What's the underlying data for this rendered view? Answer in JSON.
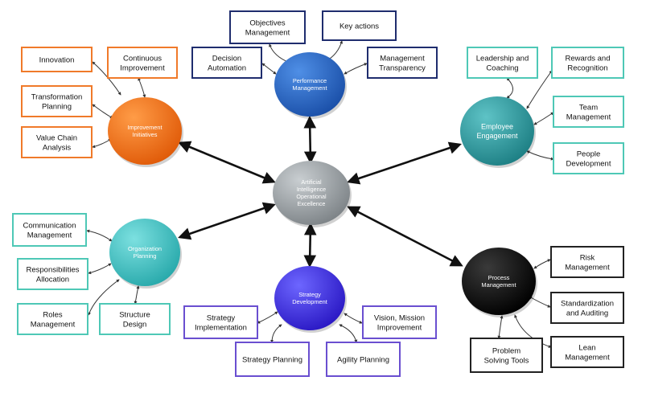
{
  "center": {
    "lines": [
      "Artificial",
      "Intelligence",
      "Operational",
      "Excellence"
    ],
    "color": "#9ea4a8"
  },
  "hubs": {
    "performance": {
      "lines": [
        "Performance",
        "Management"
      ],
      "color": "#2a66c8"
    },
    "improvement": {
      "lines": [
        "Improvement",
        "Initiatives"
      ],
      "color": "#f47a1e"
    },
    "employee": {
      "lines": [
        "Employee",
        "Engagement"
      ],
      "color": "#2fa0a4"
    },
    "organization": {
      "lines": [
        "Organization",
        "Planning"
      ],
      "color": "#3fc4c4"
    },
    "strategy": {
      "lines": [
        "Strategy",
        "Development"
      ],
      "color": "#3a2ee8"
    },
    "process": {
      "lines": [
        "Process",
        "Management"
      ],
      "color": "#111111"
    }
  },
  "boxes": {
    "objectives": {
      "lines": [
        "Objectives",
        "Management"
      ],
      "color": "#1f2d6e"
    },
    "key_actions": {
      "lines": [
        "Key actions"
      ],
      "color": "#1f2d6e"
    },
    "decision": {
      "lines": [
        "Decision",
        "Automation"
      ],
      "color": "#1f2d6e"
    },
    "mgmt_transparency": {
      "lines": [
        "Management",
        "Transparency"
      ],
      "color": "#1f2d6e"
    },
    "innovation": {
      "lines": [
        "Innovation"
      ],
      "color": "#f07a2a"
    },
    "continuous": {
      "lines": [
        "Continuous",
        "Improvement"
      ],
      "color": "#f07a2a"
    },
    "transformation": {
      "lines": [
        "Transformation",
        "Planning"
      ],
      "color": "#f07a2a"
    },
    "value_chain": {
      "lines": [
        "Value Chain",
        "Analysis"
      ],
      "color": "#f07a2a"
    },
    "leadership": {
      "lines": [
        "Leadership and",
        "Coaching"
      ],
      "color": "#4ec8b6"
    },
    "rewards": {
      "lines": [
        "Rewards and",
        "Recognition"
      ],
      "color": "#4ec8b6"
    },
    "team": {
      "lines": [
        "Team",
        "Management"
      ],
      "color": "#4ec8b6"
    },
    "people": {
      "lines": [
        "People",
        "Development"
      ],
      "color": "#4ec8b6"
    },
    "communication": {
      "lines": [
        "Communication",
        "Management"
      ],
      "color": "#4ec8b6"
    },
    "responsibilities": {
      "lines": [
        "Responsibilities",
        "Allocation"
      ],
      "color": "#4ec8b6"
    },
    "roles": {
      "lines": [
        "Roles",
        "Management"
      ],
      "color": "#4ec8b6"
    },
    "structure": {
      "lines": [
        "Structure",
        "Design"
      ],
      "color": "#4ec8b6"
    },
    "strat_impl": {
      "lines": [
        "Strategy",
        "Implementation"
      ],
      "color": "#6a4fd0"
    },
    "vision": {
      "lines": [
        "Vision, Mission",
        "Improvement"
      ],
      "color": "#6a4fd0"
    },
    "strat_planning": {
      "lines": [
        "Strategy Planning"
      ],
      "color": "#6a4fd0"
    },
    "agility": {
      "lines": [
        "Agility Planning"
      ],
      "color": "#6a4fd0"
    },
    "risk": {
      "lines": [
        "Risk",
        "Management"
      ],
      "color": "#222222"
    },
    "standardization": {
      "lines": [
        "Standardization",
        "and Auditing"
      ],
      "color": "#222222"
    },
    "lean": {
      "lines": [
        "Lean",
        "Management"
      ],
      "color": "#222222"
    },
    "problem": {
      "lines": [
        "Problem",
        "Solving Tools"
      ],
      "color": "#222222"
    }
  }
}
